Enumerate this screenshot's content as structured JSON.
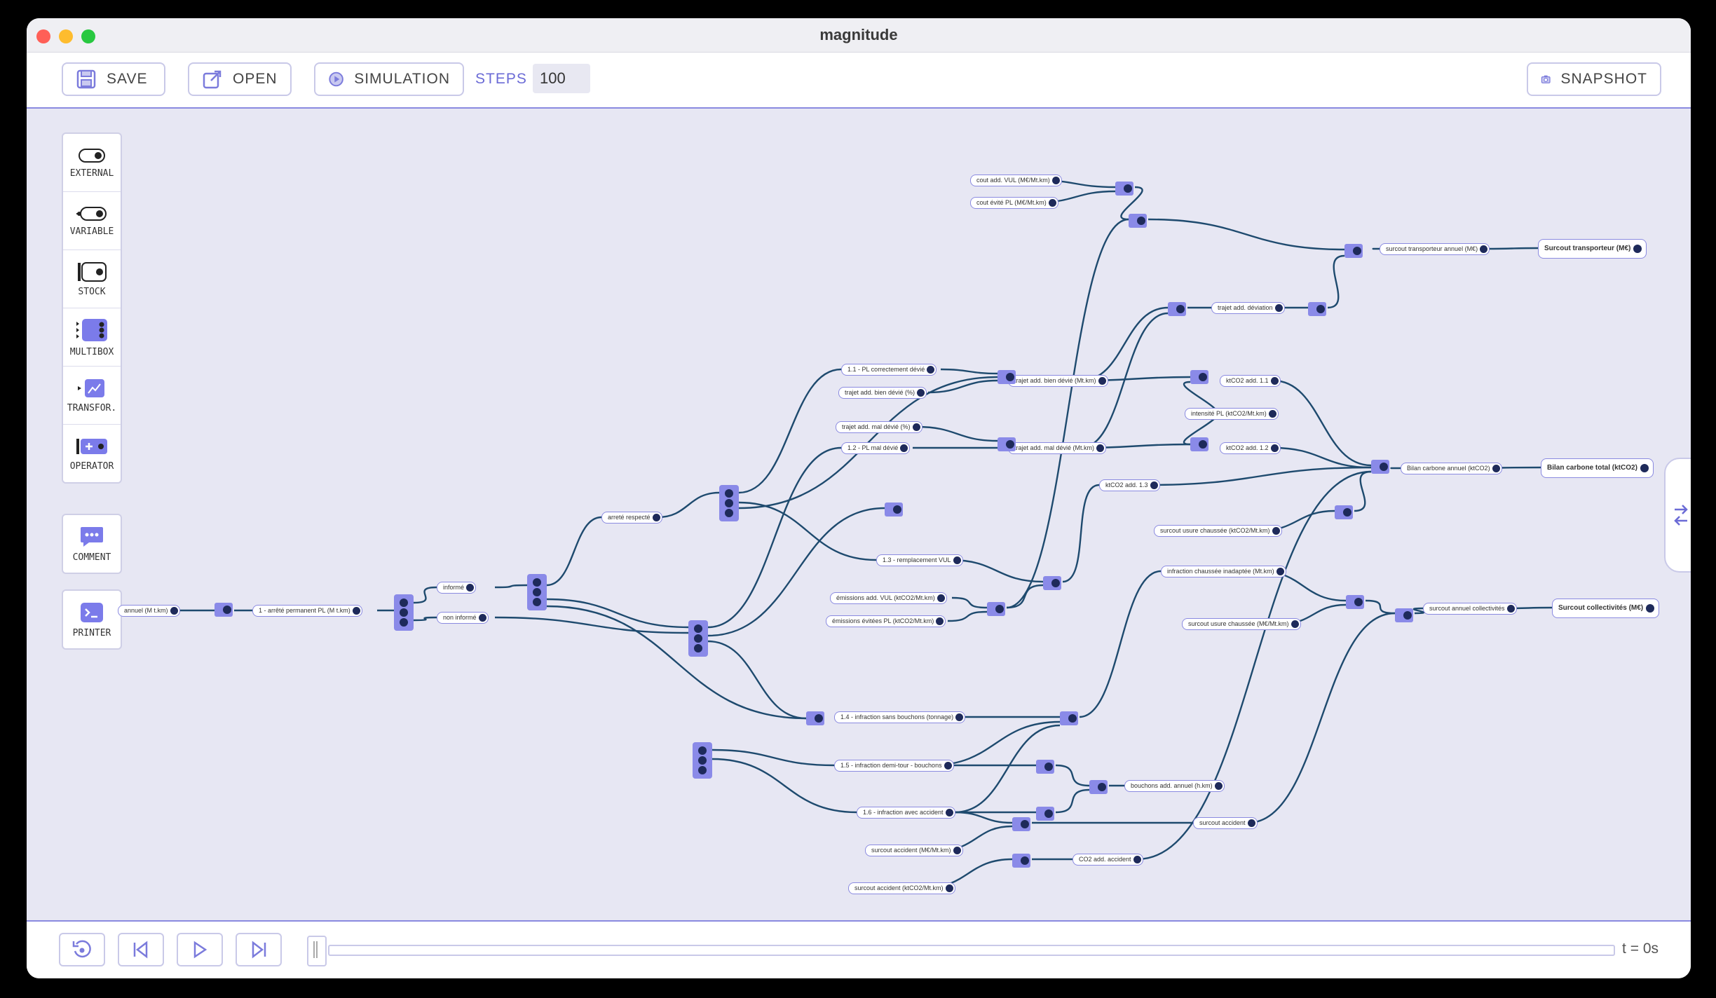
{
  "window": {
    "title": "magnitude"
  },
  "toolbar": {
    "save": "SAVE",
    "open": "OPEN",
    "simulation": "SIMULATION",
    "steps_label": "STEPS",
    "steps_value": "100",
    "snapshot": "SNAPSHOT"
  },
  "palette": {
    "items": [
      {
        "label": "EXTERNAL",
        "icon": "external-icon"
      },
      {
        "label": "VARIABLE",
        "icon": "variable-icon"
      },
      {
        "label": "STOCK",
        "icon": "stock-icon"
      },
      {
        "label": "MULTIBOX",
        "icon": "multibox-icon"
      },
      {
        "label": "TRANSFOR.",
        "icon": "transform-icon"
      },
      {
        "label": "OPERATOR",
        "icon": "operator-icon"
      }
    ],
    "comment": "COMMENT",
    "printer": "PRINTER"
  },
  "colors": {
    "accent": "#6b6bd6",
    "node_fill": "#8a8ae8",
    "edge": "#1e4a6e",
    "canvas": "#e7e7f3"
  },
  "graph": {
    "nodes": {
      "n01": "annuel (M t.km)",
      "n02": "1 - arrêté permanent PL (M t.km)",
      "n03": "informé",
      "n04": "non informé",
      "n05": "arreté respecté",
      "n06": "1.1 - PL correctement dévié",
      "n07": "trajet add. bien dévié (%)",
      "n08": "trajet add. mal dévié (%)",
      "n09": "1.2 - PL mal dévié",
      "n10": "1.3 - remplacement VUL",
      "n11": "émissions add. VUL (ktCO2/Mt.km)",
      "n12": "émissions évitées PL (ktCO2/Mt.km)",
      "n13": "1.4 - infraction sans bouchons (tonnage)",
      "n14": "1.5 - infraction demi-tour - bouchons",
      "n15": "1.6 - infraction avec accident",
      "n16": "surcout accident (M€/Mt.km)",
      "n17": "surcout accident (ktCO2/Mt.km)",
      "n18": "cout add. VUL (M€/Mt.km)",
      "n19": "cout évité PL (M€/Mt.km)",
      "n20": "trajet add. bien dévié (Mt.km)",
      "n21": "trajet add. mal dévié (Mt.km)",
      "n22": "trajet add. déviation",
      "n23": "ktCO2 add. 1.1",
      "n24": "intensité PL (ktCO2/Mt.km)",
      "n25": "ktCO2 add. 1.2",
      "n26": "ktCO2 add. 1.3",
      "n27": "surcout usure chaussée (ktCO2/Mt.km)",
      "n28": "infraction chaussée inadaptée (Mt.km)",
      "n29": "surcout usure chaussée (M€/Mt.km)",
      "n30": "bouchons add. annuel (h.km)",
      "n31": "surcout accident",
      "n32": "CO2 add. accident",
      "n33": "surcout transporteur annuel (M€)",
      "n34": "Bilan carbone annuel (ktCO2)",
      "n35": "surcout annuel collectivités",
      "n36": "Surcout transporteur (M€)",
      "n37": "Bilan carbone total (ktCO2)",
      "n38": "Surcout collectivités (M€)"
    }
  },
  "playback": {
    "time": "t = 0s",
    "progress": 0
  }
}
